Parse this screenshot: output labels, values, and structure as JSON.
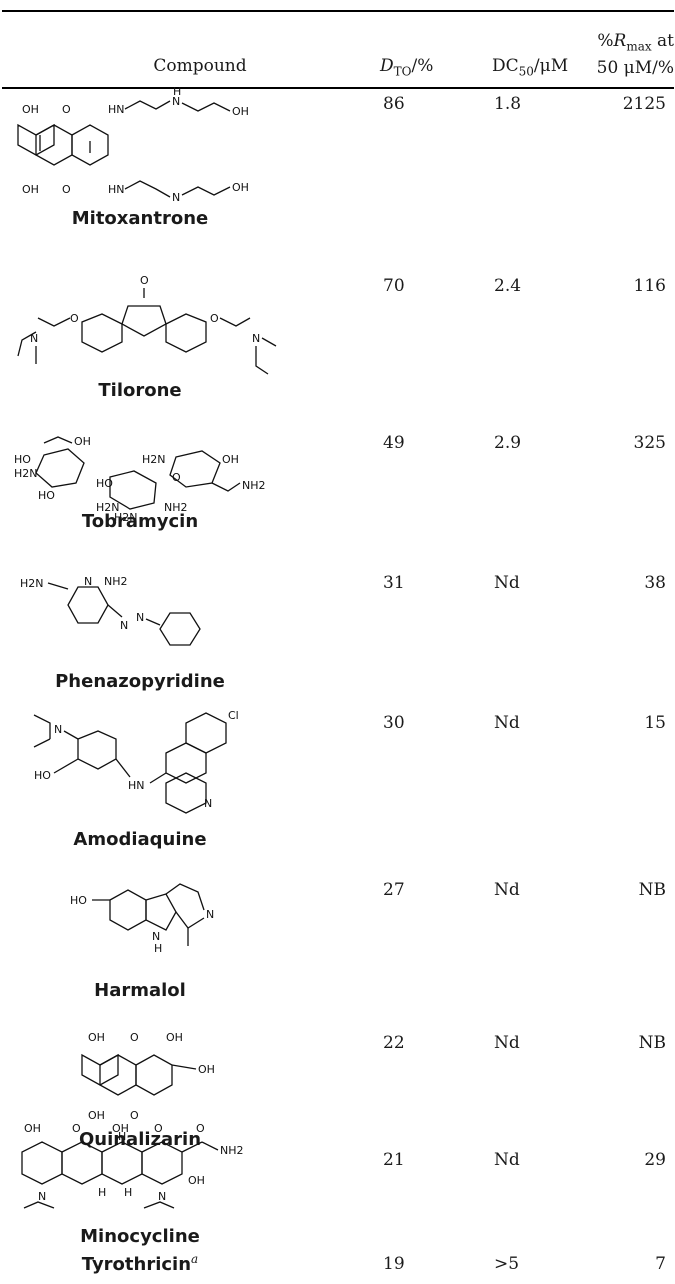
{
  "table": {
    "headers": {
      "compound": "Compound",
      "dto_main": "D",
      "dto_sub": "TO",
      "dto_suffix": "/%",
      "dc_main": "DC",
      "dc_sub": "50",
      "dc_suffix": "/μM",
      "rmax_pct": "%",
      "rmax_main": "R",
      "rmax_sub": "max",
      "rmax_suffix": " at",
      "rmax_line2": "50 μM/%"
    },
    "rows": [
      {
        "name": "Mitoxantrone",
        "dto": "86",
        "dc50": "1.8",
        "rmax": "2125"
      },
      {
        "name": "Tilorone",
        "dto": "70",
        "dc50": "2.4",
        "rmax": "116"
      },
      {
        "name": "Tobramycin",
        "dto": "49",
        "dc50": "2.9",
        "rmax": "325"
      },
      {
        "name": "Phenazopyridine",
        "dto": "31",
        "dc50": "Nd",
        "rmax": "38"
      },
      {
        "name": "Amodiaquine",
        "dto": "30",
        "dc50": "Nd",
        "rmax": "15"
      },
      {
        "name": "Harmalol",
        "dto": "27",
        "dc50": "Nd",
        "rmax": "NB"
      },
      {
        "name": "Quinalizarin",
        "dto": "22",
        "dc50": "Nd",
        "rmax": "NB"
      },
      {
        "name": "Minocycline",
        "dto": "21",
        "dc50": "Nd",
        "rmax": "29"
      },
      {
        "name": "Tyrothricin",
        "footnote": "a",
        "dto": "19",
        "dc50": ">5",
        "rmax": "7"
      }
    ]
  },
  "structure_labels": {
    "oh": "OH",
    "o": "O",
    "hn": "HN",
    "h": "H",
    "nh2": "NH2",
    "h2n": "H2N",
    "n": "N",
    "cl": "Cl",
    "ho": "HO"
  }
}
